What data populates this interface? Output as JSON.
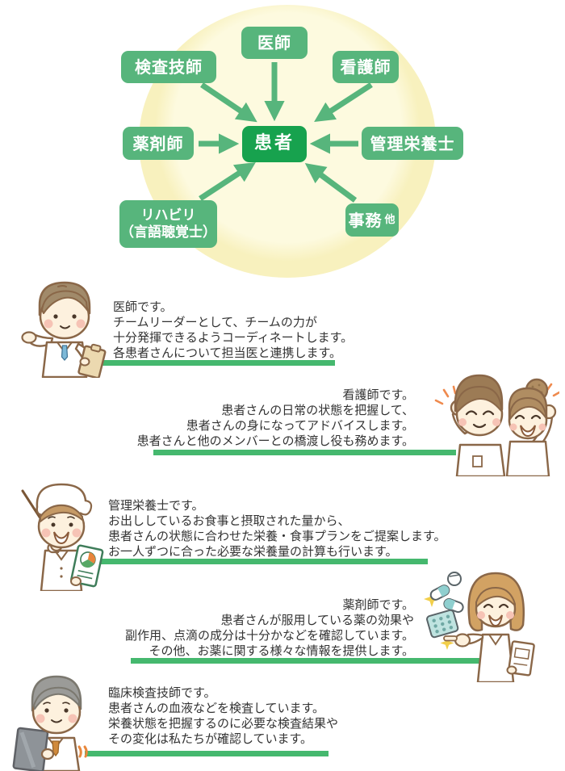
{
  "colors": {
    "node_green": "#57b57c",
    "patient_green": "#17a24e",
    "underline_green": "#45b86e",
    "halo_outer_yellow": "#f8f1be",
    "halo_inner_yellow": "#fdfadf",
    "text": "#333333"
  },
  "diagram": {
    "center": {
      "label": "患者"
    },
    "nodes": [
      {
        "id": "doctor",
        "label": "医師"
      },
      {
        "id": "lab-technician",
        "label": "検査技師"
      },
      {
        "id": "nurse",
        "label": "看護師"
      },
      {
        "id": "pharmacist",
        "label": "薬剤師"
      },
      {
        "id": "dietitian",
        "label": "管理栄養士"
      },
      {
        "id": "rehabilitation",
        "label": "リハビリ",
        "label2": "（言語聴覚士）"
      },
      {
        "id": "admin",
        "label": "事務",
        "suffix": "他"
      }
    ]
  },
  "sections": [
    {
      "id": "doctor",
      "align": "left",
      "lines": [
        "医師です。",
        "チームリーダーとして、チームの力が",
        "十分発揮できるようコーディネートします。",
        "各患者さんについて担当医と連携します。"
      ]
    },
    {
      "id": "nurse",
      "align": "right",
      "lines": [
        "看護師です。",
        "患者さんの日常の状態を把握して、",
        "患者さんの身になってアドバイスします。",
        "患者さんと他のメンバーとの橋渡し役も務めます。"
      ]
    },
    {
      "id": "dietitian",
      "align": "left",
      "lines": [
        "管理栄養士です。",
        "お出ししているお食事と摂取された量から、",
        "患者さんの状態に合わせた栄養・食事プランをご提案します。",
        "お一人ずつに合った必要な栄養量の計算も行います。"
      ]
    },
    {
      "id": "pharmacist",
      "align": "right",
      "lines": [
        "薬剤師です。",
        "患者さんが服用している薬の効果や",
        "副作用、点滴の成分は十分かなどを確認しています。",
        "その他、お薬に関する様々な情報を提供します。"
      ]
    },
    {
      "id": "lab-technician",
      "align": "left",
      "lines": [
        "臨床検査技師です。",
        "患者さんの血液などを検査しています。",
        "栄養状態を把握するのに必要な検査結果や",
        "その変化は私たちが確認しています。"
      ]
    }
  ]
}
